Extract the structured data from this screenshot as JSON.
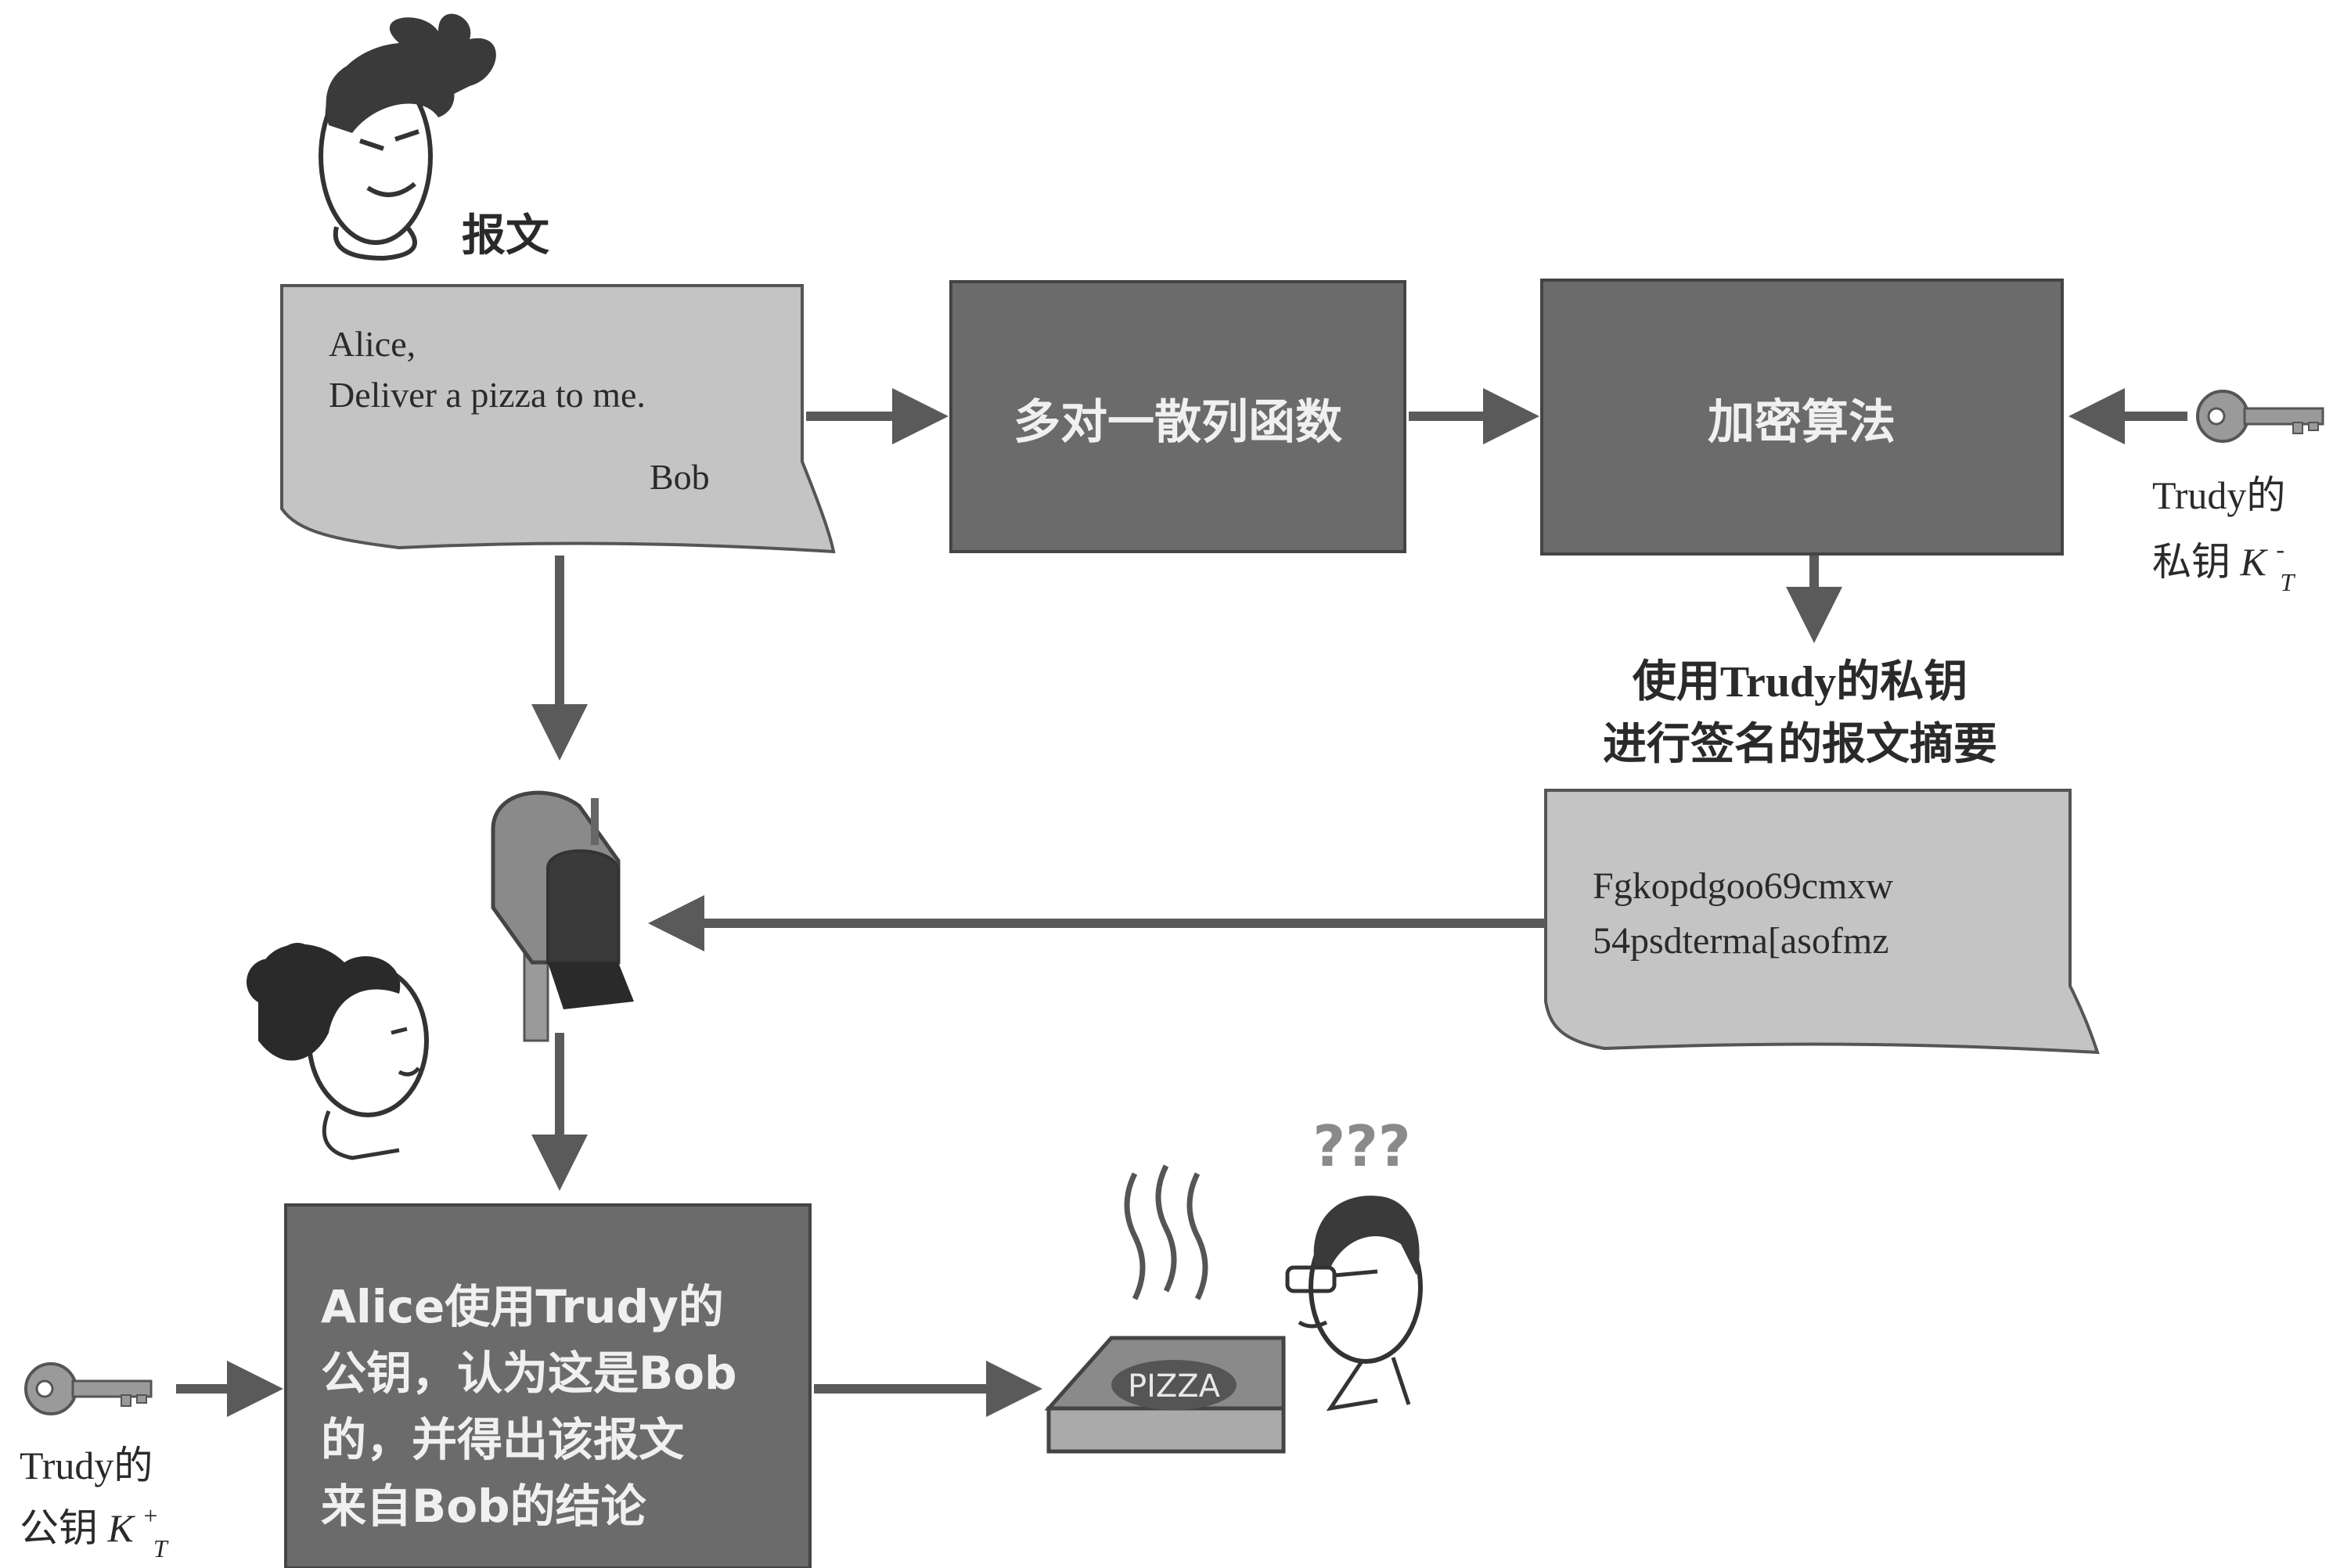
{
  "header_label": "报文",
  "message": {
    "line1": "Alice,",
    "line2": "Deliver a pizza to me.",
    "signature": "Bob"
  },
  "hash_box_label": "多对一散列函数",
  "encrypt_box_label": "加密算法",
  "private_key_label": {
    "line1": "Trudy的",
    "line2_prefix": "私钥",
    "symbol": "K",
    "superscript": "-",
    "subscript": "T"
  },
  "digest_caption": {
    "line1": "使用Trudy的私钥",
    "line2": "进行签名的报文摘要"
  },
  "digest": {
    "line1": "Fgkopdgoo69cmxw",
    "line2": "54psdterma[asofmz"
  },
  "decision_box": {
    "line1": "Alice使用Trudy的",
    "line2": "公钥，认为这是Bob",
    "line3": "的，并得出该报文",
    "line4": "来自Bob的结论"
  },
  "public_key_label": {
    "line1": "Trudy的",
    "line2_prefix": "公钥",
    "symbol": "K",
    "superscript": "+",
    "subscript": "T"
  },
  "pizza_label": "PIZZA",
  "confused_marks": "???",
  "colors": {
    "gray_box": "#6b6b6b",
    "light_doc": "#c4c4c4",
    "arrow": "#5a5a5a",
    "text_dark": "#2a2a2a",
    "text_light": "#f0f0f0"
  }
}
